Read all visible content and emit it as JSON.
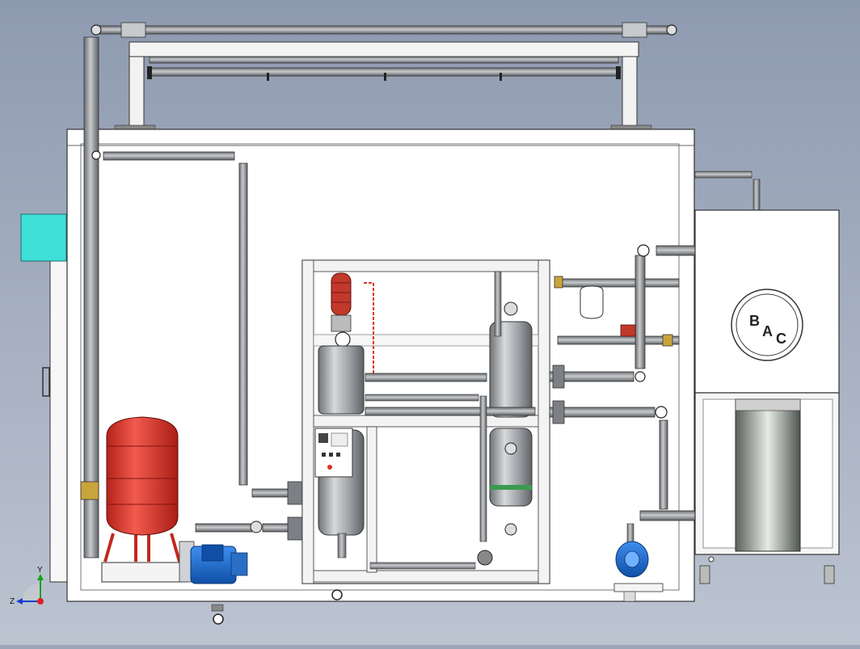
{
  "viewport": {
    "background_top": "#8e9ab0",
    "background_bottom": "#b9c1cf"
  },
  "colors": {
    "pipe": "#8c8f93",
    "frame": "#ffffff",
    "tank_red": "#e0362a",
    "pump_blue": "#1b6fd0",
    "cyan_box": "#3ee0d8",
    "vessel_steel": "#a8aaad"
  },
  "equipment": {
    "cooling_tower_logo": {
      "letters": [
        "B",
        "A",
        "C"
      ]
    }
  },
  "axis_triad": {
    "x_label": "",
    "y_label": "Y",
    "z_label": "Z"
  }
}
